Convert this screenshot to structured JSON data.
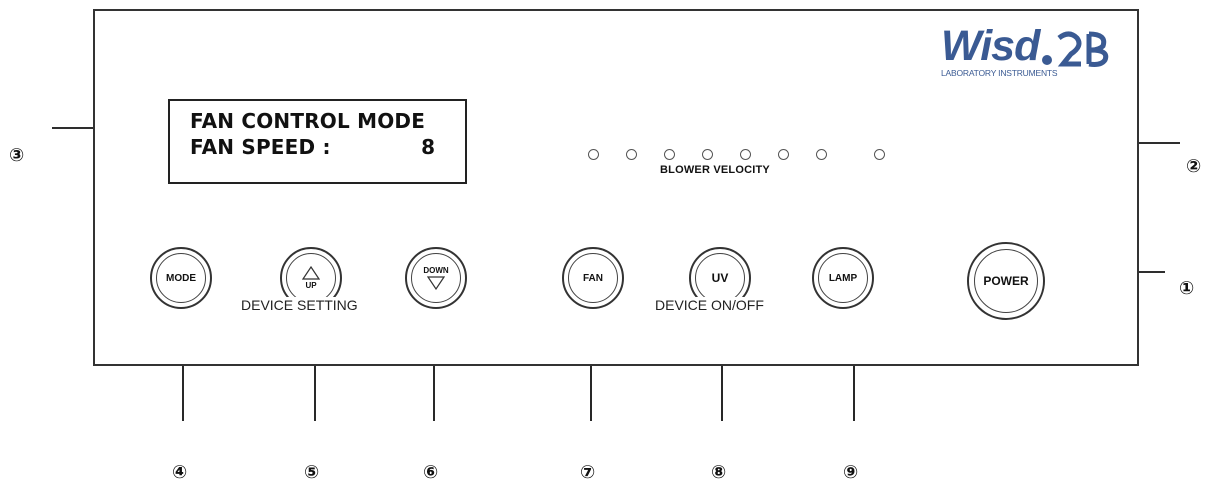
{
  "lcd": {
    "line1": "FAN CONTROL MODE",
    "line2": "FAN SPEED :",
    "speed_value": "8"
  },
  "blower": {
    "label": "BLOWER VELOCITY",
    "led_count": 8
  },
  "logo": {
    "name": "Wisd",
    "subtitle": "LABORATORY INSTRUMENTS"
  },
  "buttons": {
    "mode": "MODE",
    "up": "UP",
    "down": "DOWN",
    "fan": "FAN",
    "uv": "UV",
    "lamp": "LAMP",
    "power": "POWER"
  },
  "groups": {
    "device_setting": "DEVICE SETTING",
    "device_onoff": "DEVICE ON/OFF"
  },
  "callouts": {
    "c1": "①",
    "c2": "②",
    "c3": "③",
    "c4": "④",
    "c5": "⑤",
    "c6": "⑥",
    "c7": "⑦",
    "c8": "⑧",
    "c9": "⑨"
  },
  "colors": {
    "logo": "#3a5a93",
    "outline": "#333333"
  }
}
